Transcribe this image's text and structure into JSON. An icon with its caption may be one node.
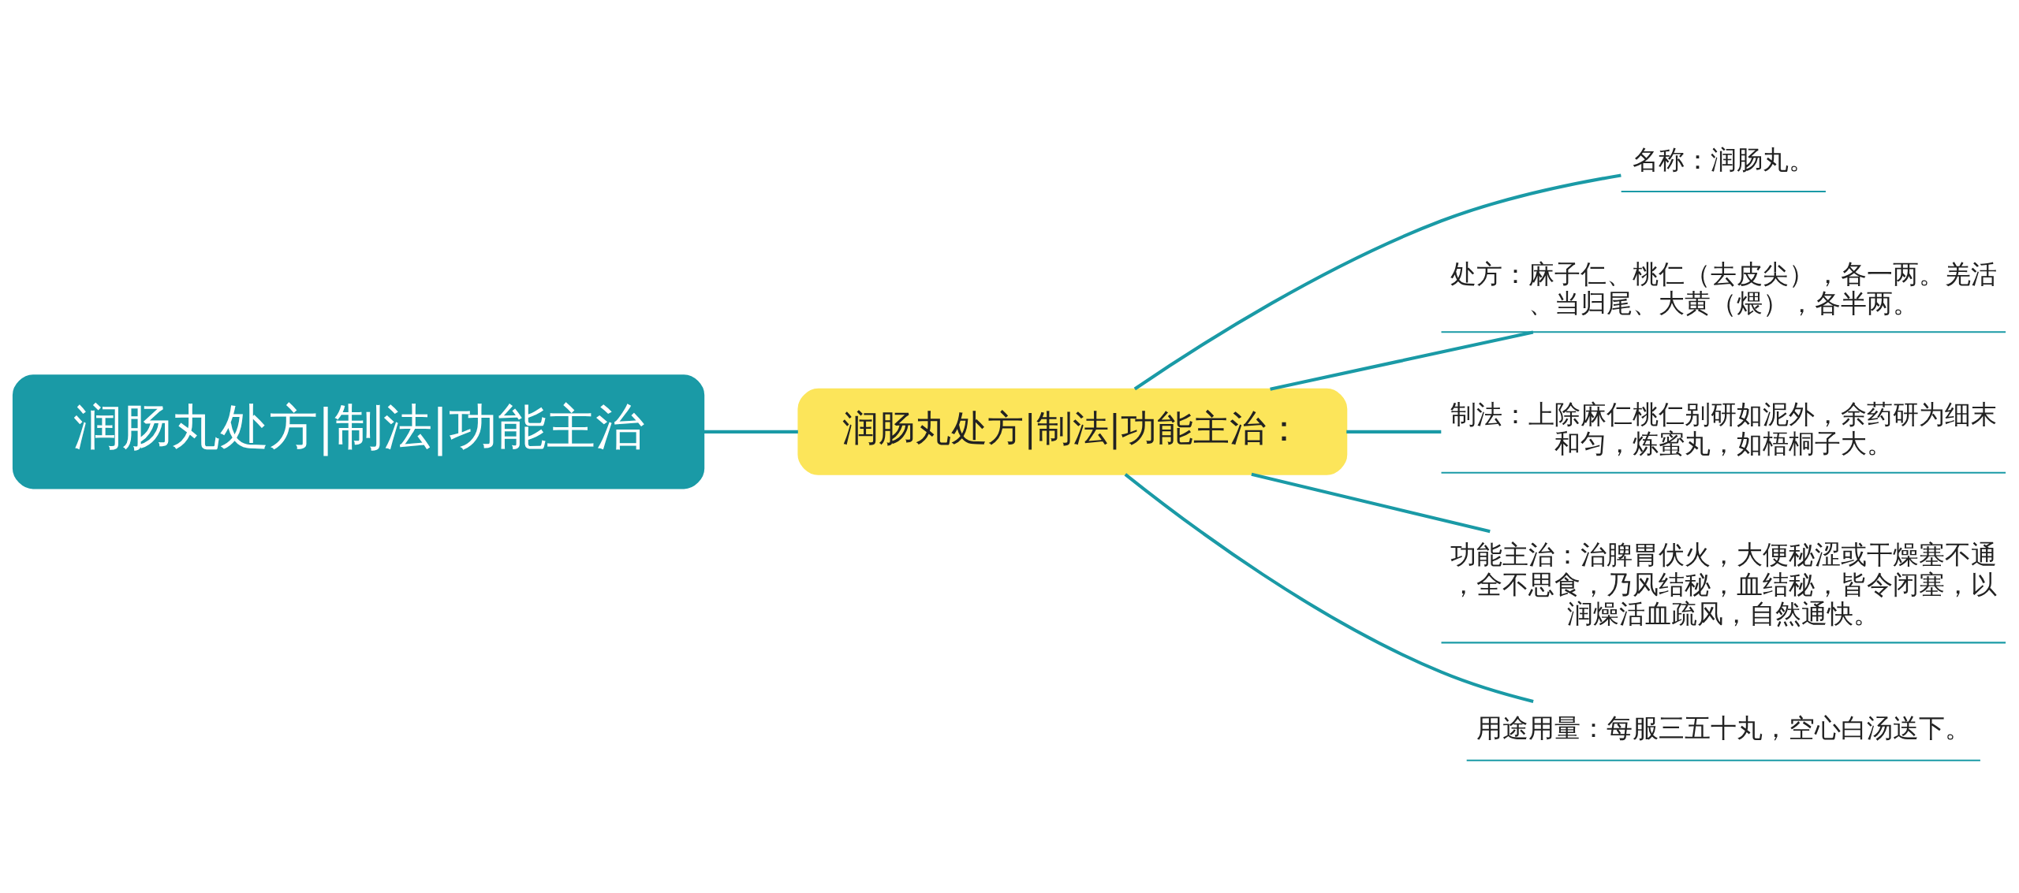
{
  "diagram": {
    "nodes": [
      {
        "text": [
          "润肠丸处方|制法|功能主治"
        ]
      },
      {
        "text": [
          "润肠丸处方|制法|功能主治："
        ]
      },
      {
        "text": [
          "名称：润肠丸。"
        ]
      },
      {
        "text": [
          "处方：麻子仁、桃仁（去皮尖），各一两。羌活、当归尾、大黄（煨），各半两。"
        ]
      },
      {
        "text": [
          "制法：上除麻仁桃仁别研如泥外，余药研为细末和匀，炼蜜丸，如梧桐子大。"
        ]
      },
      {
        "text": [
          "功能主治：治脾胃伏火，大便秘涩或干燥塞不通，全不思食，乃风结秘，血结秘，皆令闭塞，以润燥活血疏风，自然通快。"
        ]
      },
      {
        "text": [
          "用途用量：每服三五十丸，空心白汤送下。"
        ]
      }
    ],
    "edges": [
      {
        "from": 0,
        "to": 1,
        "arrow": "none"
      },
      {
        "from": 1,
        "to": 2,
        "arrow": "none"
      },
      {
        "from": 1,
        "to": 3,
        "arrow": "none"
      },
      {
        "from": 1,
        "to": 4,
        "arrow": "none"
      },
      {
        "from": 1,
        "to": 5,
        "arrow": "none"
      },
      {
        "from": 1,
        "to": 6,
        "arrow": "none"
      }
    ]
  }
}
